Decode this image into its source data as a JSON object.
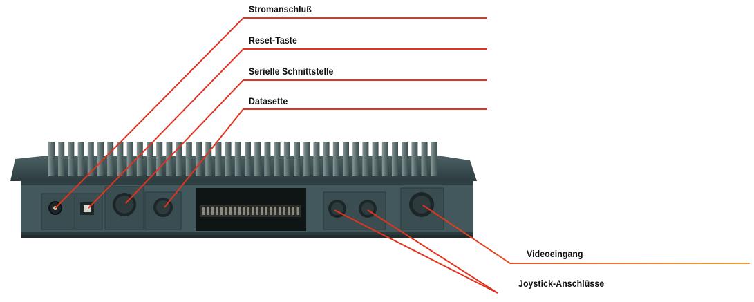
{
  "figure": {
    "colors": {
      "leader_line": "#e3321e",
      "leader_line_fade": "#f0a23a",
      "device_body": "#3a4e52",
      "device_body_dark": "#263538",
      "device_back": "#4d6266",
      "heatsink_fin": "#6d7f7f",
      "port_recess": "#1d2729"
    },
    "labels": {
      "power": "Stromanschluß",
      "reset": "Reset-Taste",
      "serial": "Serielle Schnittstelle",
      "datasette": "Datasette",
      "video": "Videoeingang",
      "joystick": "Joystick-Anschlüsse"
    }
  }
}
